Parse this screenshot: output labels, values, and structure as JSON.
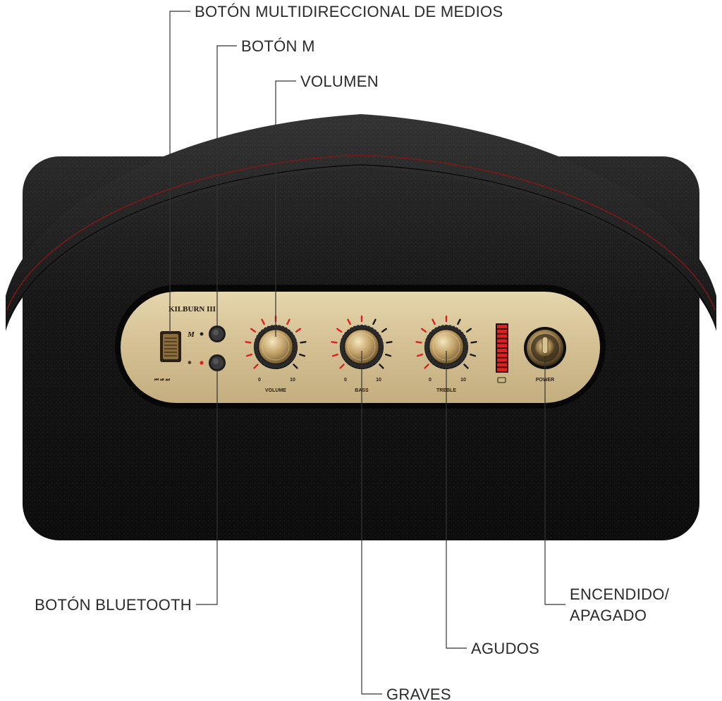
{
  "callouts": {
    "media_button": "BOTÓN MULTIDIRECCIONAL DE MEDIOS",
    "m_button": "BOTÓN M",
    "volume": "VOLUMEN",
    "bluetooth_button": "BOTÓN BLUETOOTH",
    "power_line1": "ENCENDIDO/",
    "power_line2": "APAGADO",
    "treble": "AGUDOS",
    "bass": "GRAVES"
  },
  "panel": {
    "brand": "KILBURN III",
    "m_glyph": "M",
    "bt_glyph": "✱",
    "transport": "⏮ ⏯ ⏭",
    "knobs": [
      {
        "id": "volume",
        "label": "VOLUME",
        "min": "0",
        "max": "10",
        "level": 0.7
      },
      {
        "id": "bass",
        "label": "BASS",
        "min": "0",
        "max": "10",
        "level": 0.5
      },
      {
        "id": "treble",
        "label": "TREBLE",
        "min": "0",
        "max": "10",
        "level": 0.5
      }
    ],
    "power_label": "POWER",
    "battery_level": 1.0
  },
  "colors": {
    "leather": "#141414",
    "panel_gold": "#d6c49a",
    "accent_red": "#e02020",
    "knob_metal": "#b89a62"
  }
}
